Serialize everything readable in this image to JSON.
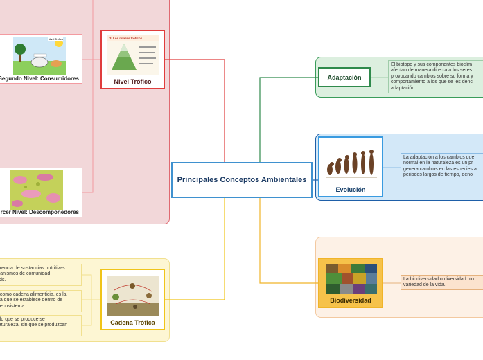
{
  "center": {
    "title": "Principales Conceptos Ambientales"
  },
  "topics": {
    "nivel_trofico": "Nivel Trófico",
    "cadena_trofica": "Cadena Trófica",
    "adaptacion": "Adaptación",
    "evolucion": "Evolución",
    "biodiversidad": "Biodiversidad"
  },
  "subtopics": {
    "consumidores": "Segundo Nivel: Consumidores",
    "descomponedores": "rcer Nivel: Descomponedores"
  },
  "notes": {
    "cadena_1": "ferencia de sustancias nutritivas\nrganismos de comunidad\nosis.",
    "cadena_2": "a como cadena alimenticia, es la\ngía que se establece dentro de\nn ecosistema.",
    "cadena_3": "o lo que se produce se\nnaturaleza, sin que se produzcan",
    "adaptacion": "El biotopo y sus componentes bioclim\nafectan de manera directa a los seres\nprovocando cambios sobre su forma y\ncomportamiento a los que se les denc\nadaptación.",
    "evolucion": "La adaptación a los cambios que\nnormal en la naturaleza es un pr\ngenera cambios en las especies a\nperiodos largos de tiempo, deno",
    "biodiversidad": "La biodiversidad o diversidad bio\nvariedad de la vida."
  },
  "thumbnails": {
    "nivel_trofico_caption": "3. Los niveles tróficos",
    "consumidores_caption": "Nivel Trófico"
  },
  "colors": {
    "red": "#e03c3c",
    "yellow": "#f0c419",
    "green": "#2f8a4c",
    "blue": "#1e5fa8",
    "orange": "#f0b429"
  }
}
